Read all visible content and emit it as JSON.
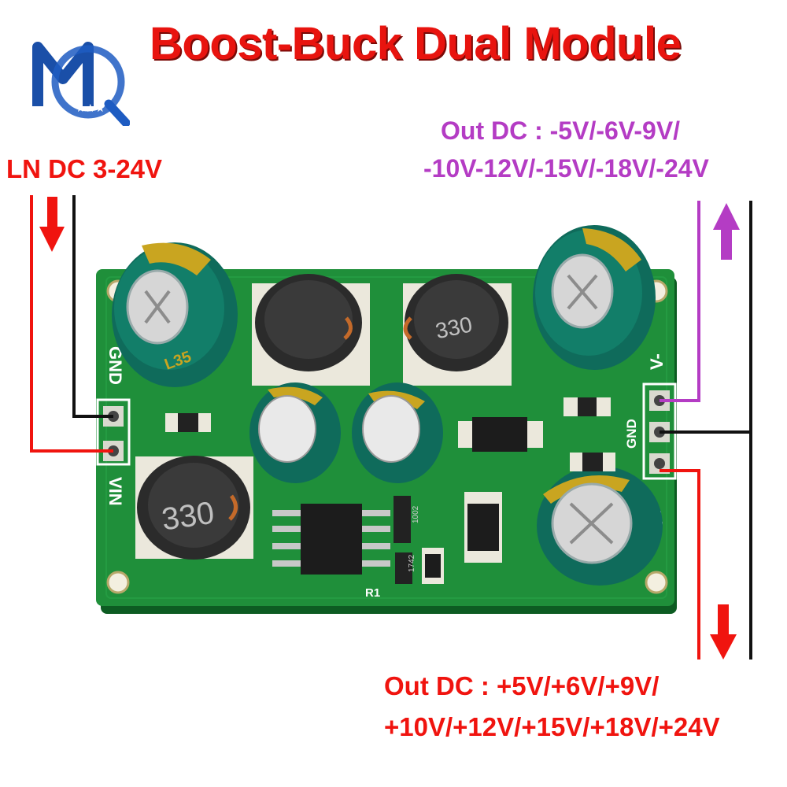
{
  "title": "Boost-Buck Dual Module",
  "input_label": "LN DC 3-24V",
  "output_negative": {
    "line1": "Out DC :  -5V/-6V-9V/",
    "line2": "-10V-12V/-15V/-18V/-24V"
  },
  "output_positive": {
    "line1": "Out DC : +5V/+6V/+9V/",
    "line2": "+10V/+12V/+15V/+18V/+24V"
  },
  "board_silkscreen": {
    "left_top_pin": "GND",
    "left_bottom_pin": "VIN",
    "right_top_pin": "V-",
    "right_mid_pin": "GND",
    "right_bottom_pin": "V+",
    "inductor_left": "330",
    "inductor_right": "330",
    "resistor": "R1",
    "smd_code_1": "1002",
    "smd_code_2": "1742"
  },
  "colors": {
    "title": "#e8140f",
    "input_wire": "#f0140f",
    "negative_output": "#b43cc4",
    "positive_output": "#f0140f",
    "pcb": "#1f8f3a",
    "ground_wire": "#000000"
  }
}
